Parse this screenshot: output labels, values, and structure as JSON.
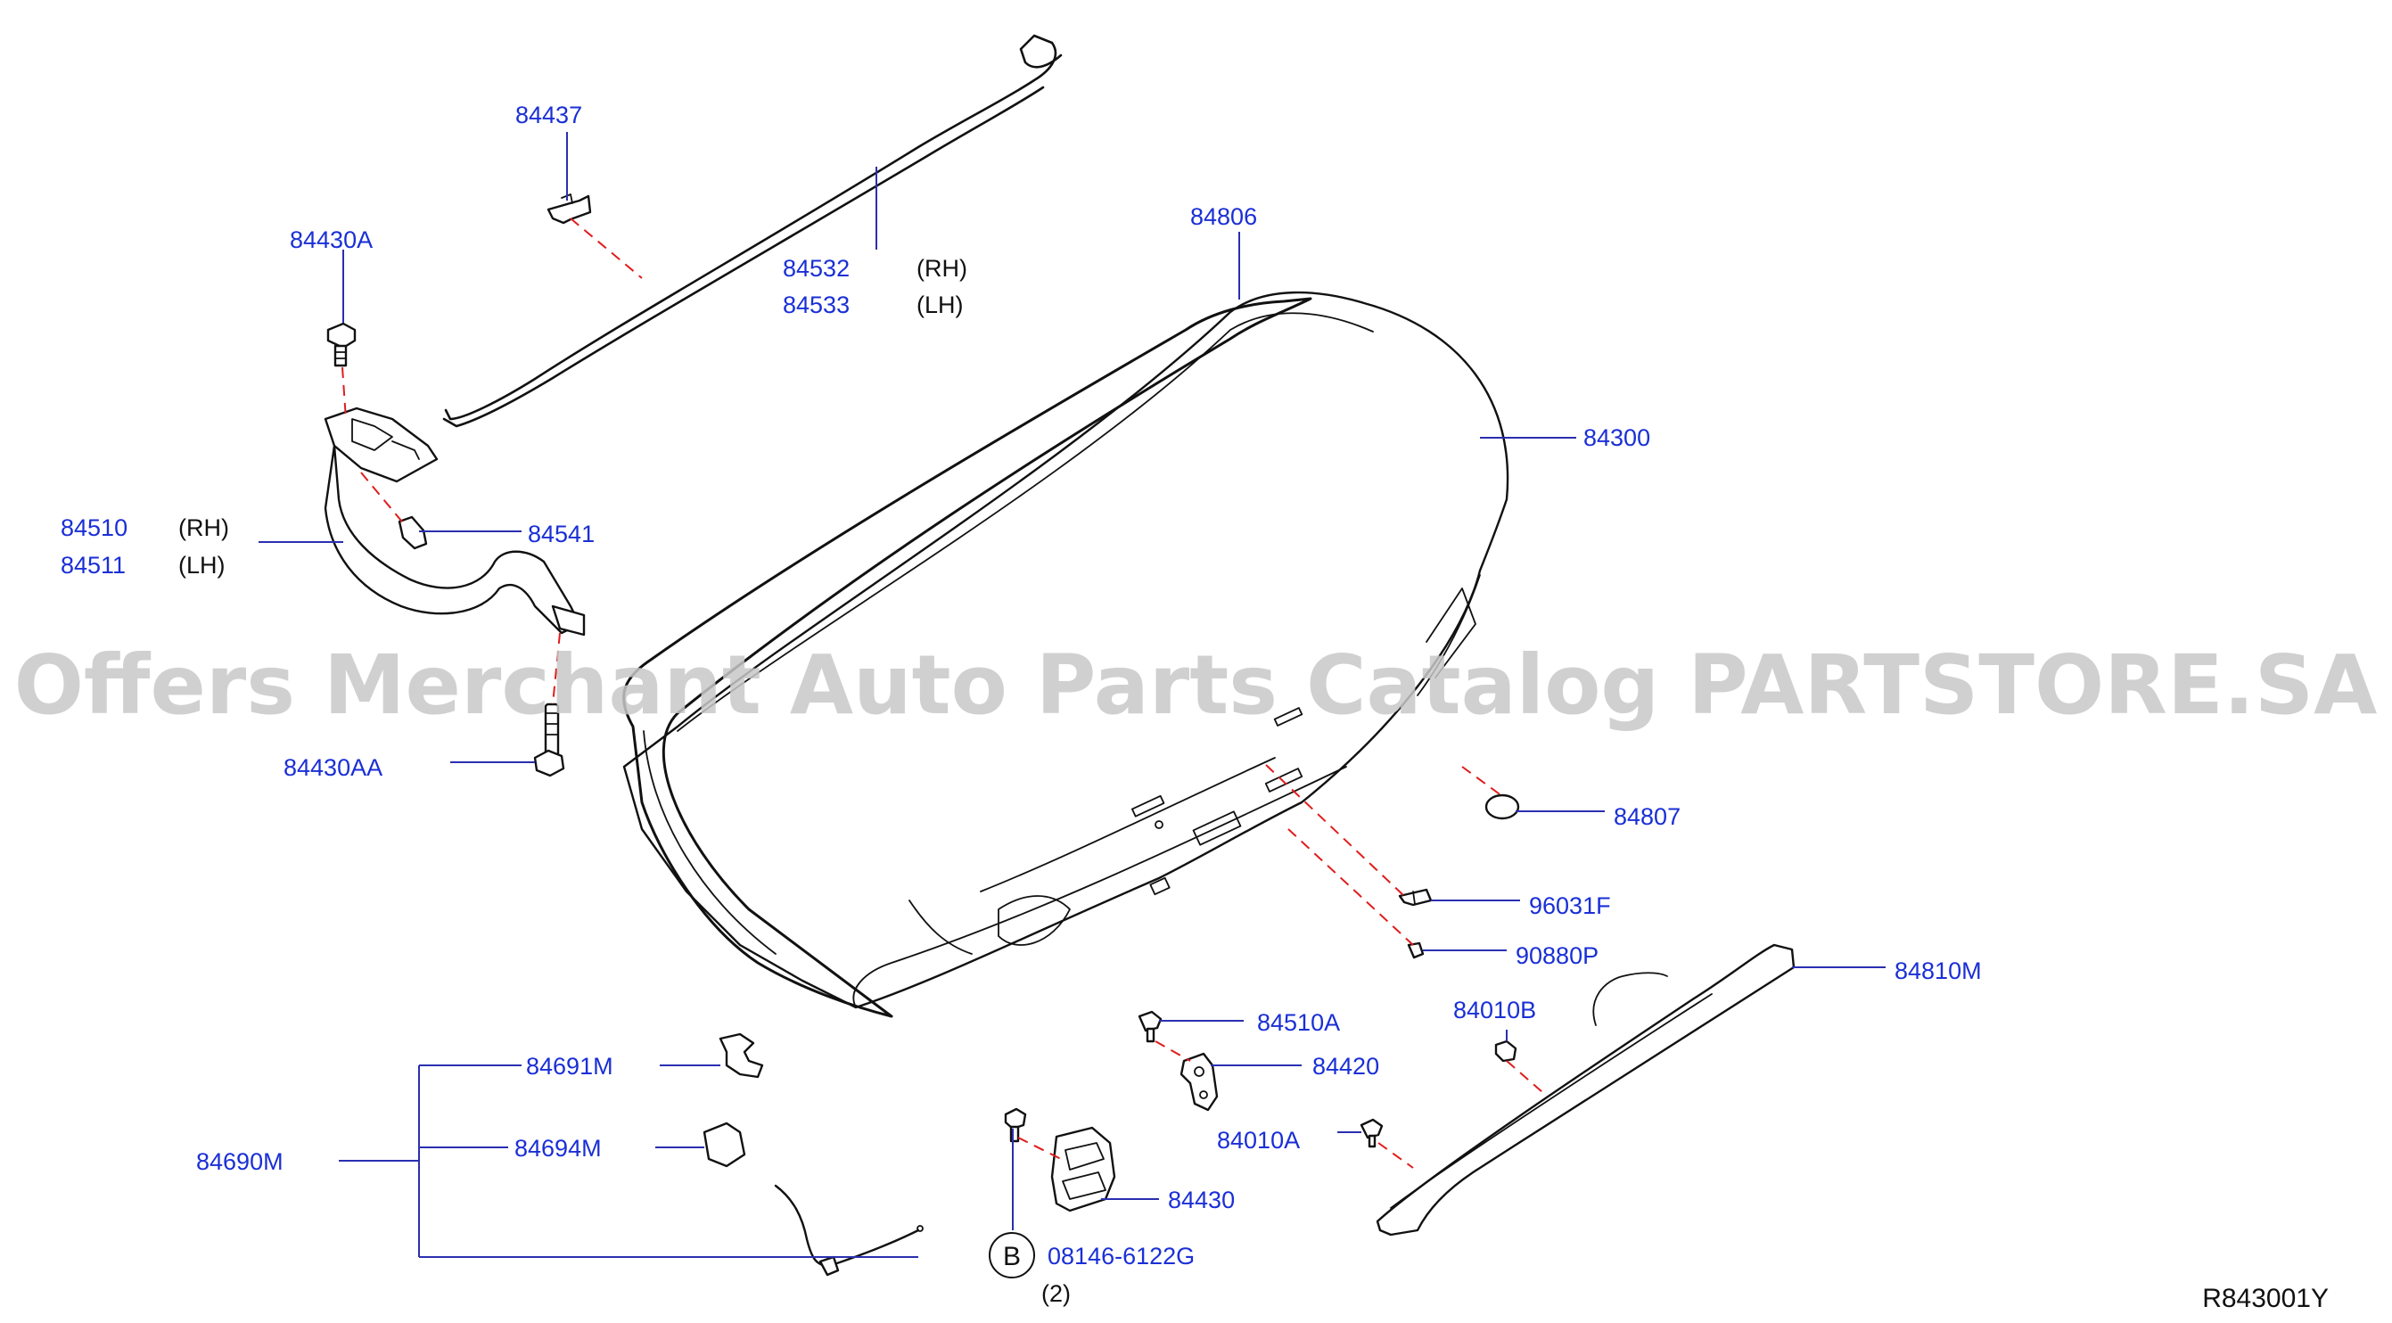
{
  "watermark": "Offers Merchant Auto Parts Catalog PARTSTORE.SA",
  "figure_id": "R843001Y",
  "labels": {
    "p84437": "84437",
    "p84430A": "84430A",
    "p84532": "84532",
    "p84532_side": "(RH)",
    "p84533": "84533",
    "p84533_side": "(LH)",
    "p84806": "84806",
    "p84300": "84300",
    "p84510": "84510",
    "p84510_side": "(RH)",
    "p84511": "84511",
    "p84511_side": "(LH)",
    "p84541": "84541",
    "p84430AA": "84430AA",
    "p84807": "84807",
    "p96031F": "96031F",
    "p90880P": "90880P",
    "p84810M": "84810M",
    "p84010B": "84010B",
    "p84510A": "84510A",
    "p84420": "84420",
    "p84691M": "84691M",
    "p84694M": "84694M",
    "p84690M": "84690M",
    "p84010A": "84010A",
    "p84430": "84430",
    "bolt_circle": "B",
    "bolt_part": "08146-6122G",
    "bolt_qty": "(2)"
  }
}
